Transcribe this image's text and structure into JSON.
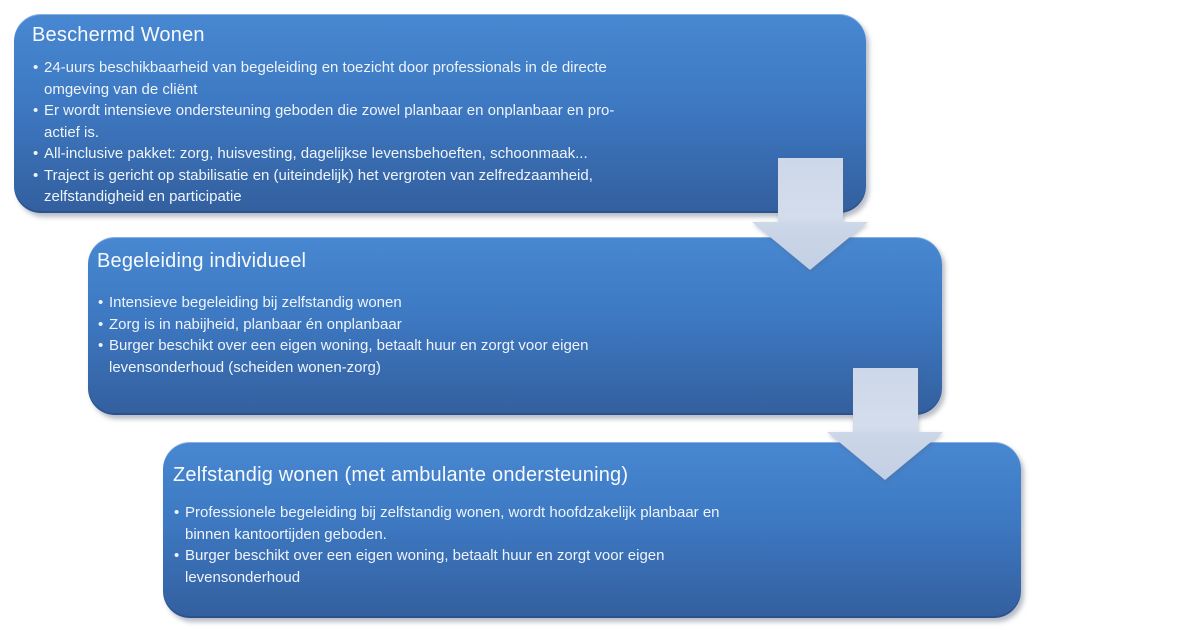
{
  "diagram": {
    "type": "process-steps",
    "direction": "top-left to bottom-right, connected by downward arrows",
    "steps": [
      {
        "title": "Beschermd Wonen",
        "bullets": [
          "24-uurs beschikbaarheid van begeleiding en toezicht door professionals in de directe\nomgeving van de cliënt",
          "Er wordt intensieve ondersteuning geboden die zowel planbaar en onplanbaar en pro-\nactief is.",
          "All-inclusive pakket: zorg, huisvesting, dagelijkse levensbehoeften, schoonmaak...",
          "Traject is gericht op stabilisatie en (uiteindelijk) het vergroten van zelfredzaamheid,\nzelfstandigheid en participatie"
        ]
      },
      {
        "title": "Begeleiding individueel",
        "bullets": [
          "Intensieve begeleiding bij zelfstandig wonen",
          "Zorg is in nabijheid, planbaar én onplanbaar",
          "Burger beschikt over een eigen woning, betaalt huur en zorgt voor eigen\nlevensonderhoud (scheiden wonen-zorg)"
        ]
      },
      {
        "title": "Zelfstandig wonen (met ambulante ondersteuning)",
        "bullets": [
          "Professionele begeleiding bij zelfstandig wonen, wordt hoofdzakelijk planbaar en\nbinnen kantoortijden geboden.",
          "Burger beschikt over een eigen woning, betaalt huur en zorgt voor eigen\nlevensonderhoud"
        ]
      }
    ],
    "colors": {
      "card_gradient_top": "#4887d1",
      "card_gradient_bottom": "#335f9e",
      "arrow_fill_top": "#ccd7e9",
      "arrow_fill_bottom": "#c3cfe3",
      "text": "#f3f7fc",
      "background": "#ffffff"
    }
  }
}
